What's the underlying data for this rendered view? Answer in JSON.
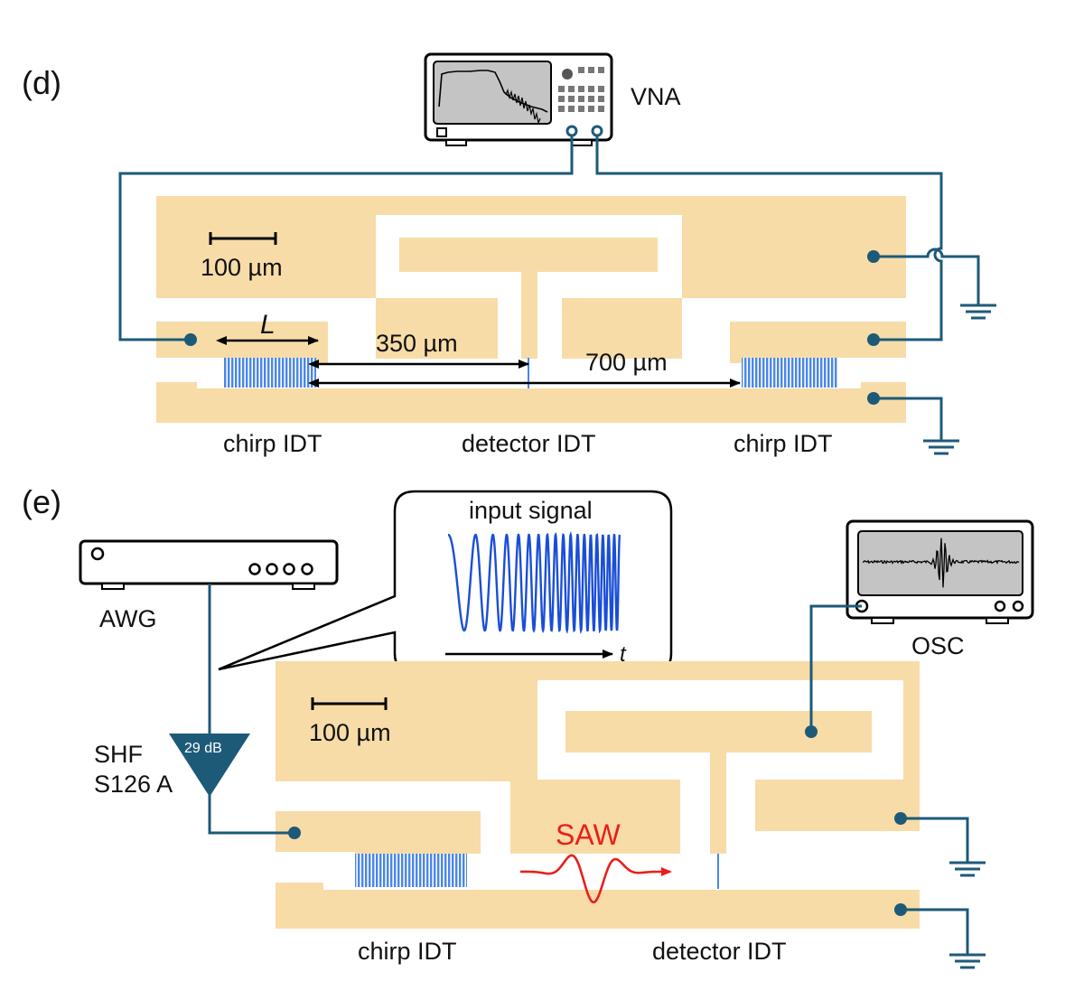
{
  "panels": {
    "d": {
      "label": "(d)",
      "instrument": "VNA",
      "scale_bar": "100 µm",
      "length_symbol": "L",
      "distance_short": "350 µm",
      "distance_long": "700 µm",
      "labels": {
        "left": "chirp IDT",
        "center": "detector IDT",
        "right": "chirp IDT"
      }
    },
    "e": {
      "label": "(e)",
      "generator": "AWG",
      "amplifier_line1": "SHF",
      "amplifier_line2": "S126 A",
      "gain": "29 dB",
      "callout_title": "input signal",
      "time_symbol": "t",
      "scale_bar": "100 µm",
      "wave_label": "SAW",
      "oscilloscope": "OSC",
      "labels": {
        "left": "chirp IDT",
        "right": "detector IDT"
      }
    }
  },
  "colors": {
    "electrode": "#f7dca8",
    "wire": "#1d5a78",
    "idt": "#4a86e8",
    "saw": "#e8201c",
    "screen": "#c4c4c4"
  }
}
